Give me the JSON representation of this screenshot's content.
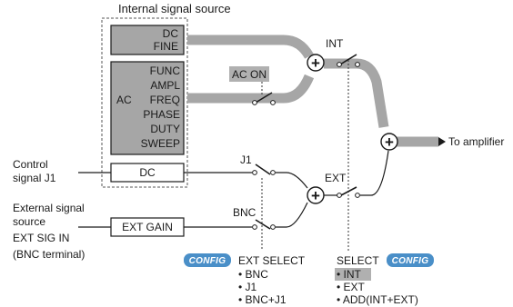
{
  "internal_source_title": "Internal signal source",
  "dc_box": {
    "line1": "DC",
    "line2": "FINE"
  },
  "ac_box": {
    "ac_label": "AC",
    "items": [
      "FUNC",
      "AMPL",
      "FREQ",
      "PHASE",
      "DUTY",
      "SWEEP"
    ]
  },
  "ac_on_label": "AC ON",
  "int_label": "INT",
  "to_amplifier": "To amplifier",
  "control_signal": {
    "line1": "Control",
    "line2": "signal J1"
  },
  "dc_input_box": "DC",
  "j1_label": "J1",
  "ext_label": "EXT",
  "external_signal": {
    "line1": "External signal",
    "line2": "source",
    "line3": "EXT SIG IN",
    "line4": "(BNC terminal)"
  },
  "ext_gain_box": "EXT GAIN",
  "bnc_label": "BNC",
  "config_badge": "CONFIG",
  "ext_select": {
    "title": "EXT SELECT",
    "options": [
      "• BNC",
      "• J1",
      "• BNC+J1"
    ]
  },
  "select": {
    "title": "SELECT",
    "options": [
      "• INT",
      "• EXT",
      "• ADD(INT+EXT)"
    ]
  },
  "colors": {
    "gray_path": "#a6a6a6",
    "highlight": "#b0b0b0",
    "badge_fill": "#4a8fc8",
    "box_fill": "#a6a6a6"
  }
}
